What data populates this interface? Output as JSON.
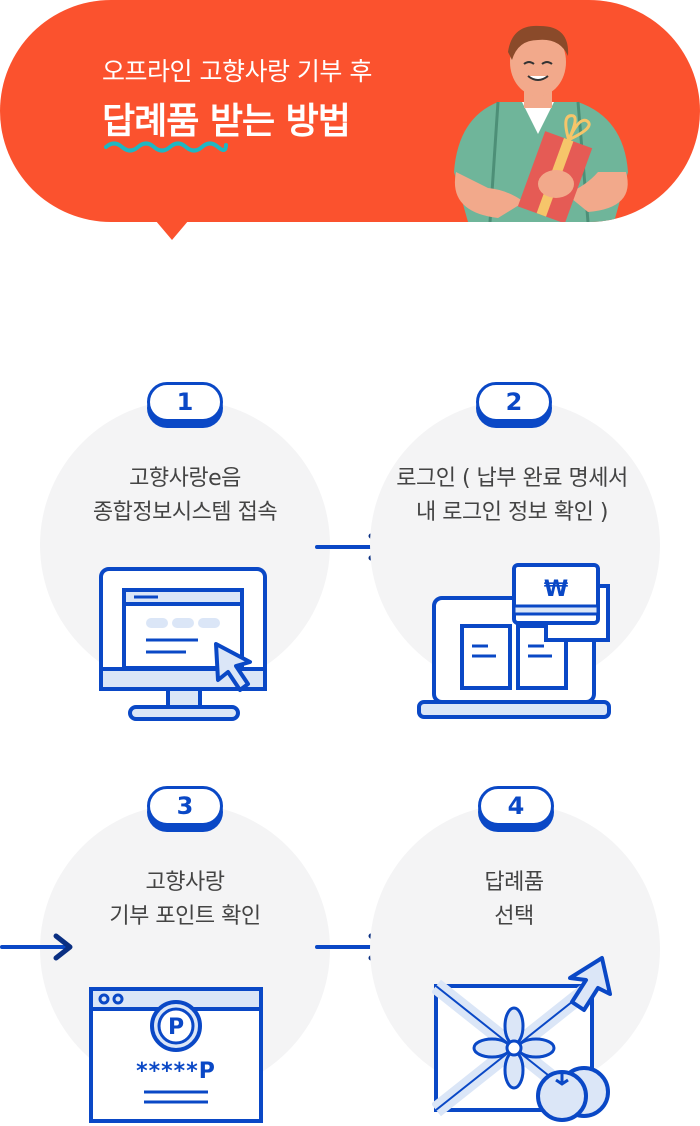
{
  "banner": {
    "subtitle": "오프라인 고향사랑 기부 후",
    "title": "답례품 받는 방법"
  },
  "steps": [
    {
      "number": "1",
      "line1": "고향사랑e음",
      "line2": "종합정보시스템 접속"
    },
    {
      "number": "2",
      "line1": "로그인 ( 납부 완료 명세서",
      "line2": "내 로그인 정보 확인 )"
    },
    {
      "number": "3",
      "line1": "고향사랑",
      "line2": "기부 포인트 확인"
    },
    {
      "number": "4",
      "line1": "답례품",
      "line2": "선택"
    }
  ],
  "icons": {
    "step1": "computer-monitor-cursor-icon",
    "step2": "laptop-bill-icon",
    "step3": "points-window-icon",
    "step4": "gift-box-icon"
  },
  "points_mask": "*****P",
  "won_symbol": "₩",
  "point_symbol": "P",
  "colors": {
    "brand_red": "#fb522e",
    "accent_blue": "#0a48c6",
    "light_blue": "#dbe6f7",
    "circle_gray": "#f4f4f5"
  }
}
